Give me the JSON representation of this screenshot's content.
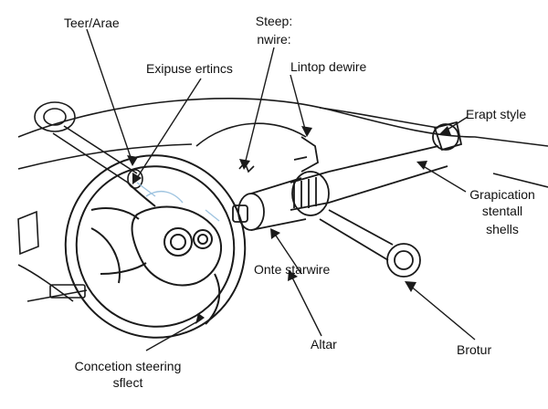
{
  "labels": {
    "teer_arae": "Teer/Arae",
    "steep_line1": "Steep:",
    "steep_line2": "nwire:",
    "exipuse_ertincs": "Exipuse ertincs",
    "lintop_dewire": "Lintop dewire",
    "erapt_style": "Erapt style",
    "grapication_line1": "Grapication",
    "grapication_line2": "stentall",
    "grapication_line3": "shells",
    "onte_starwire": "Onte starwire",
    "altar": "Altar",
    "brotur": "Brotur",
    "concetion_line1": "Concetion steering",
    "concetion_line2": "sflect"
  },
  "colors": {
    "line": "#1a1a1a",
    "soft_line": "#555555",
    "accent_blue": "#9fc4e0"
  }
}
